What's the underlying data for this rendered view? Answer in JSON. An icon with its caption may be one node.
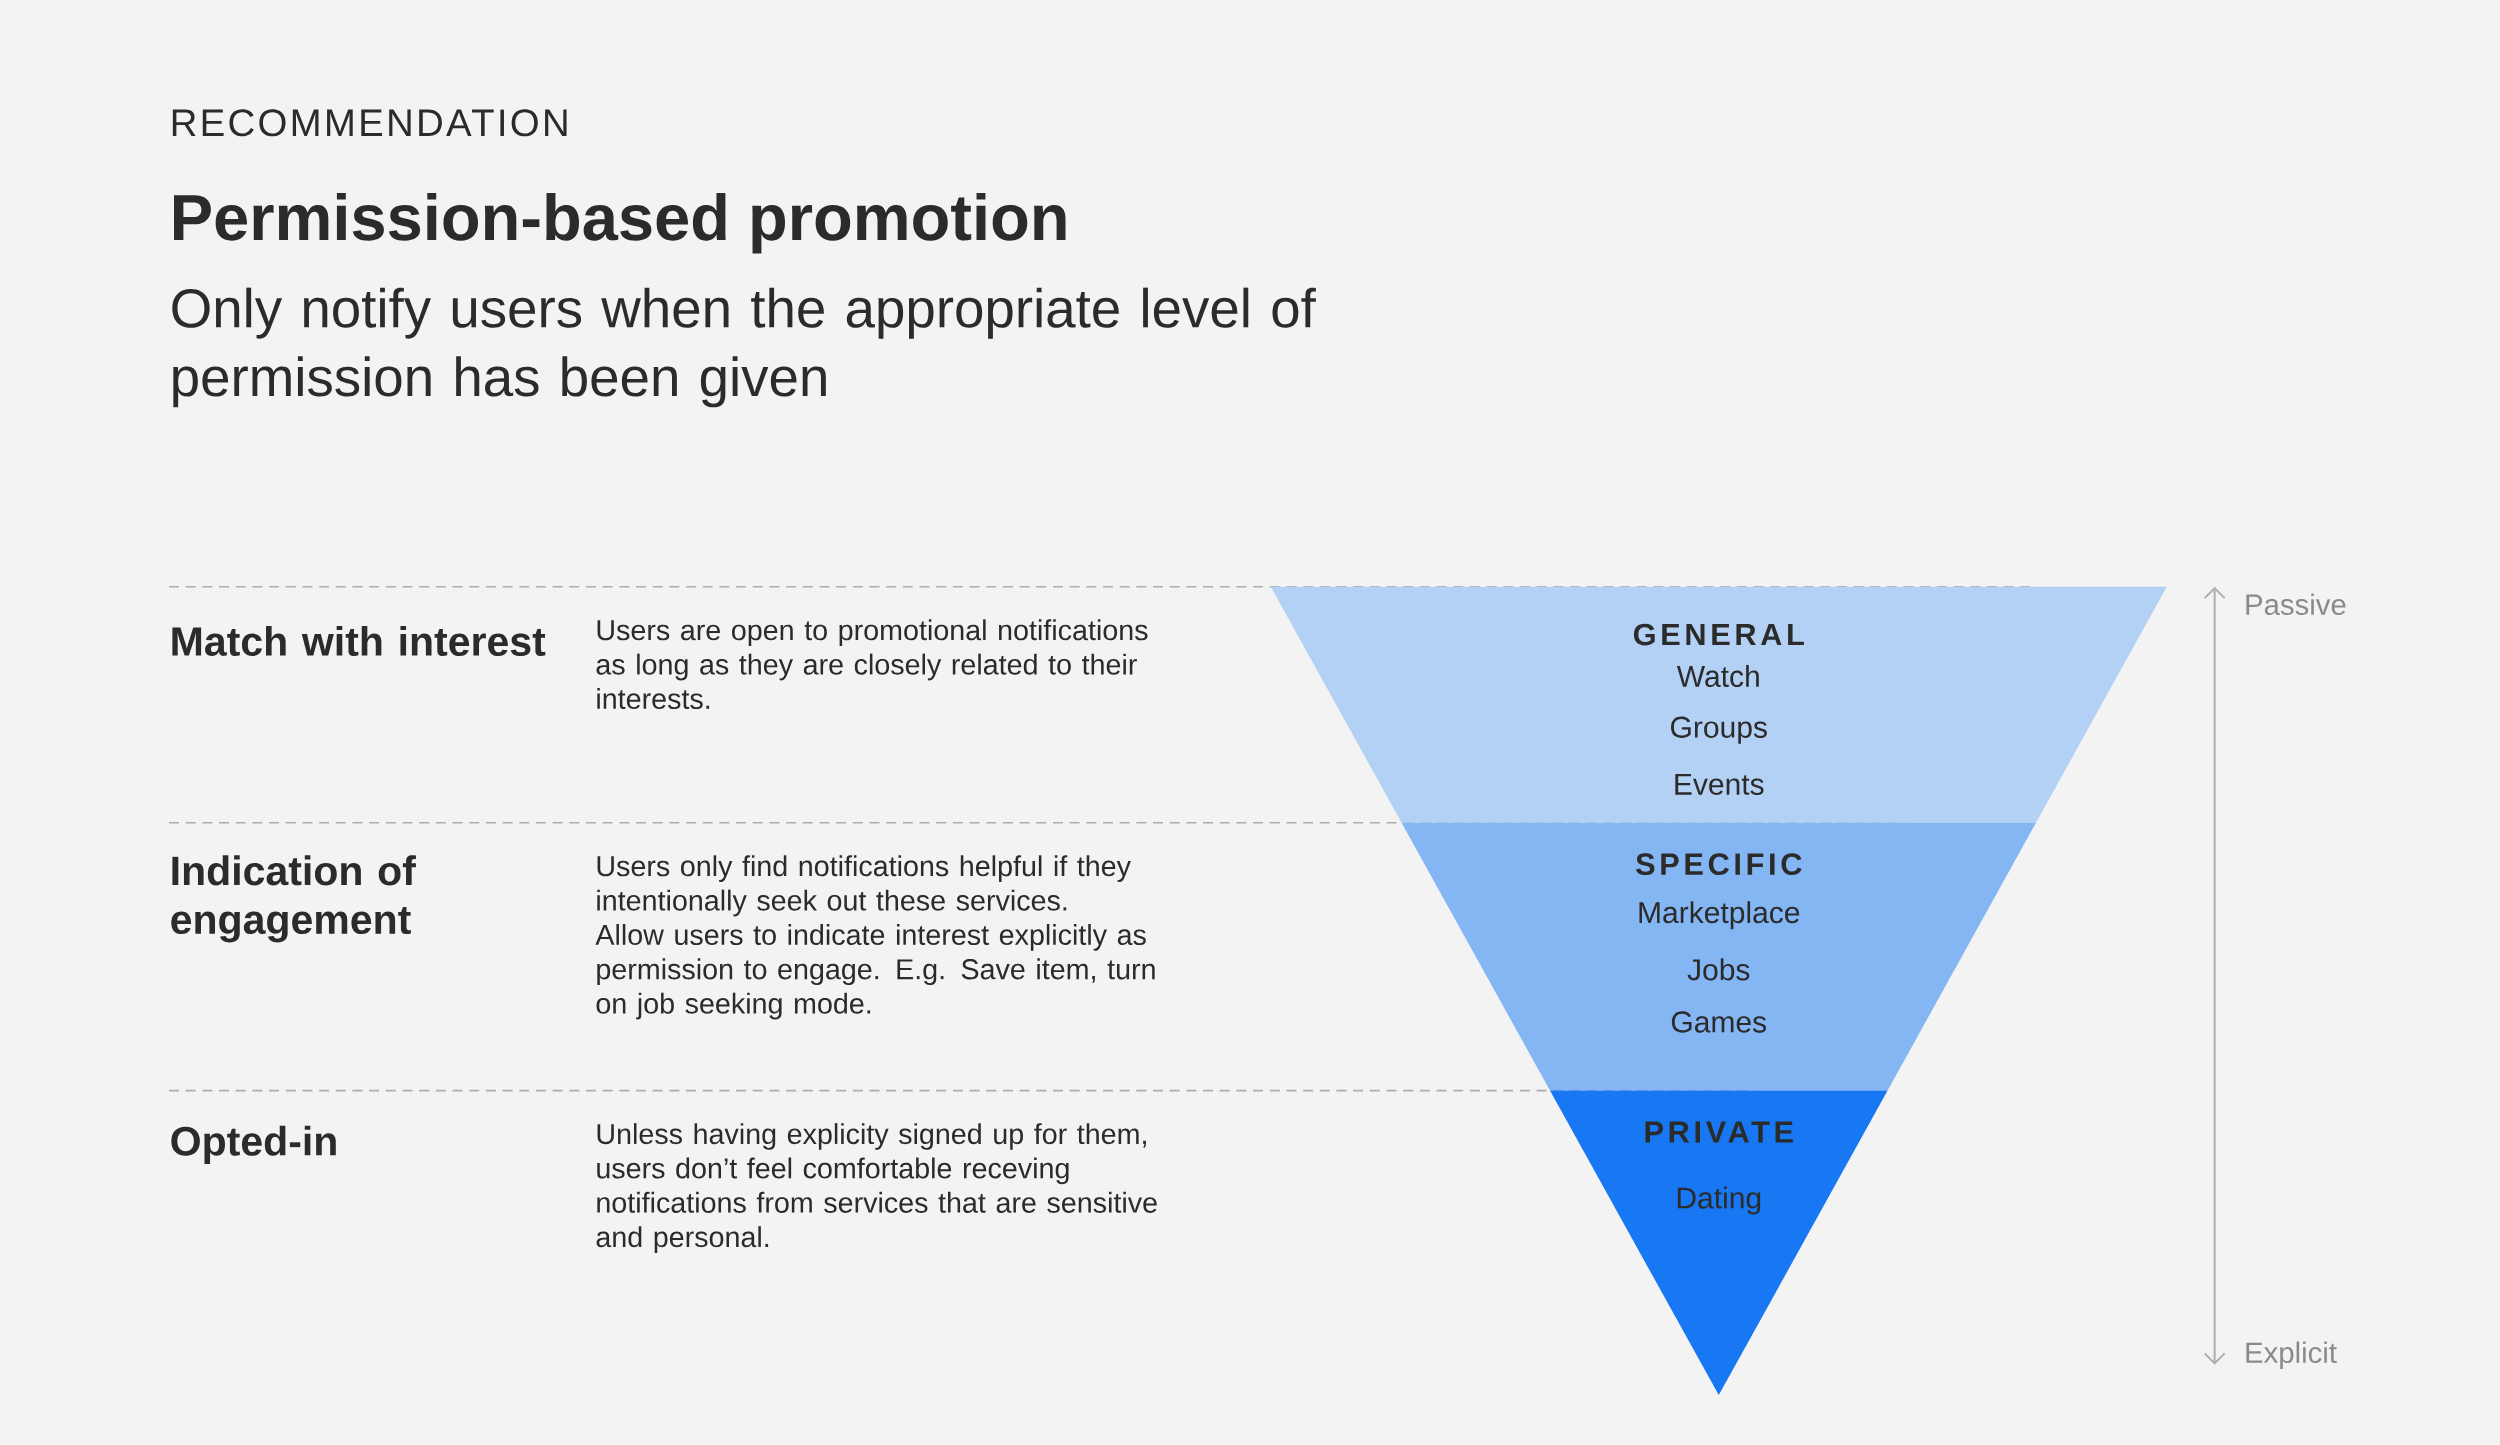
{
  "diagram": {
    "title": "Permission-based promotion",
    "nodes": [
      {
        "text": [
          "Match with interest",
          "Users are open to promotional notifications as long as they are closely related to their interests."
        ]
      },
      {
        "text": [
          "Indication of engagement",
          "Users only find notifications helpful if they intentionally seek out these services. Allow users to indicate interest explicitly as permission to engage. E.g. Save item, turn on job seeking mode."
        ]
      },
      {
        "text": [
          "Opted-in",
          "Unless having explicity signed up for them, users don’t feel comfortable receving notifications from services that are sensitive and personal."
        ]
      },
      {
        "text": [
          "GENERAL",
          "Watch",
          "Groups",
          "Events"
        ]
      },
      {
        "text": [
          "SPECIFIC",
          "Marketplace",
          "Jobs",
          "Games"
        ]
      },
      {
        "text": [
          "PRIVATE",
          "Dating"
        ]
      }
    ],
    "labels": [
      "RECOMMENDATION",
      "Only notify users when the appropriate level of permission has been given",
      "Passive",
      "Explicit"
    ]
  }
}
